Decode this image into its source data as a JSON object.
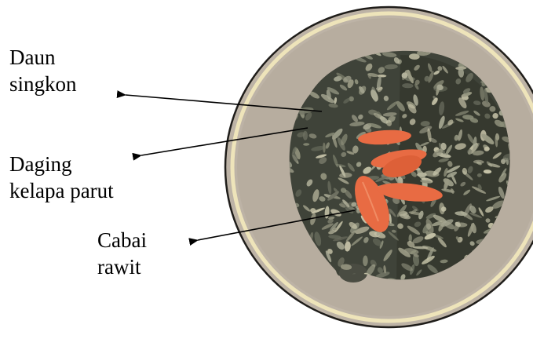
{
  "labels": {
    "daun_singkon": {
      "line1": "Daun",
      "line2": "singkon"
    },
    "daging_kelapa": {
      "line1": "Daging",
      "line2": "kelapa parut"
    },
    "cabai_rawit": {
      "line1": "Cabai",
      "line2": "rawit"
    }
  },
  "colors": {
    "plate_fill": "#bdb3a6",
    "plate_rim": "#eee4ba",
    "leaf_dark": "#3f4339",
    "coconut_light": "#a3a48f",
    "chili": "#e86b43",
    "arrow": "#000000"
  }
}
